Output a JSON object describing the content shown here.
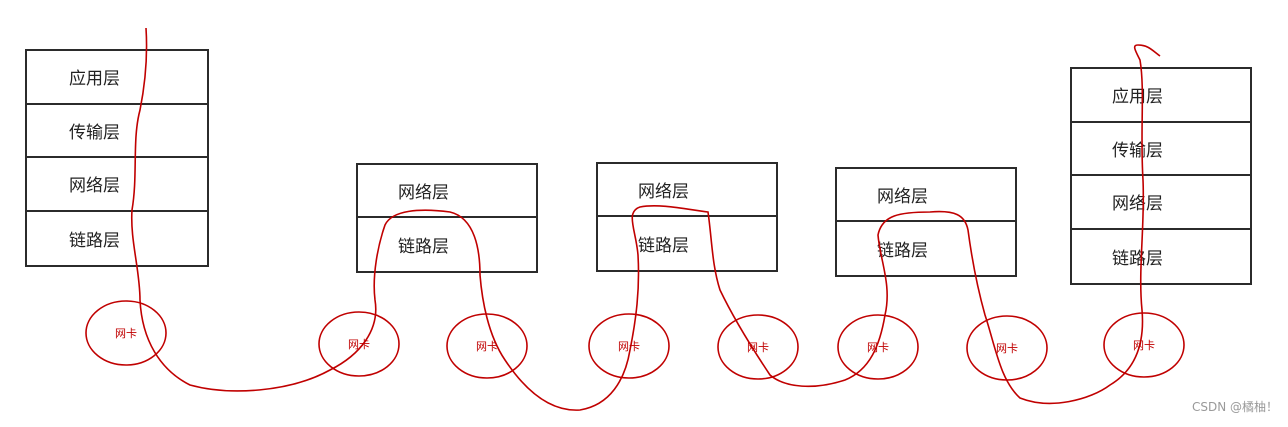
{
  "stacks": {
    "left": [
      "应用层",
      "传输层",
      "网络层",
      "链路层"
    ],
    "router1": [
      "网络层",
      "链路层"
    ],
    "router2": [
      "网络层",
      "链路层"
    ],
    "router3": [
      "网络层",
      "链路层"
    ],
    "right": [
      "应用层",
      "传输层",
      "网络层",
      "链路层"
    ]
  },
  "nic_label": "网卡",
  "watermark": "CSDN @橘柚！",
  "colors": {
    "line": "#c00000",
    "box": "#2b2b2b"
  }
}
